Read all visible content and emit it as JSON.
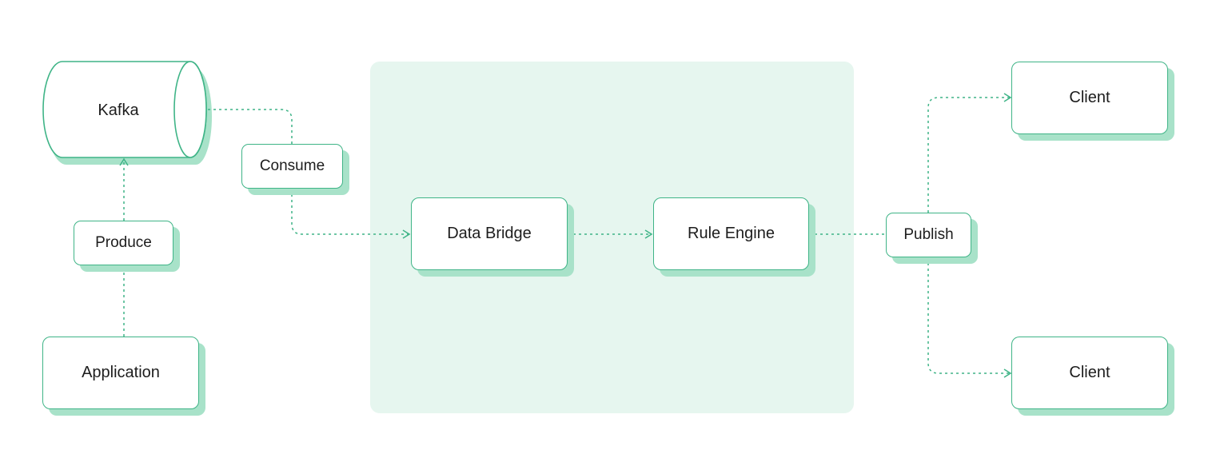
{
  "diagram": {
    "colors": {
      "stroke": "#3fb487",
      "shadow": "#a8e2c9",
      "panel": "#e6f6ef",
      "text": "#1d1d1d"
    },
    "nodes": {
      "kafka": "Kafka",
      "consume": "Consume",
      "produce": "Produce",
      "application": "Application",
      "data_bridge": "Data Bridge",
      "rule_engine": "Rule Engine",
      "publish": "Publish",
      "client_top": "Client",
      "client_bottom": "Client"
    }
  }
}
